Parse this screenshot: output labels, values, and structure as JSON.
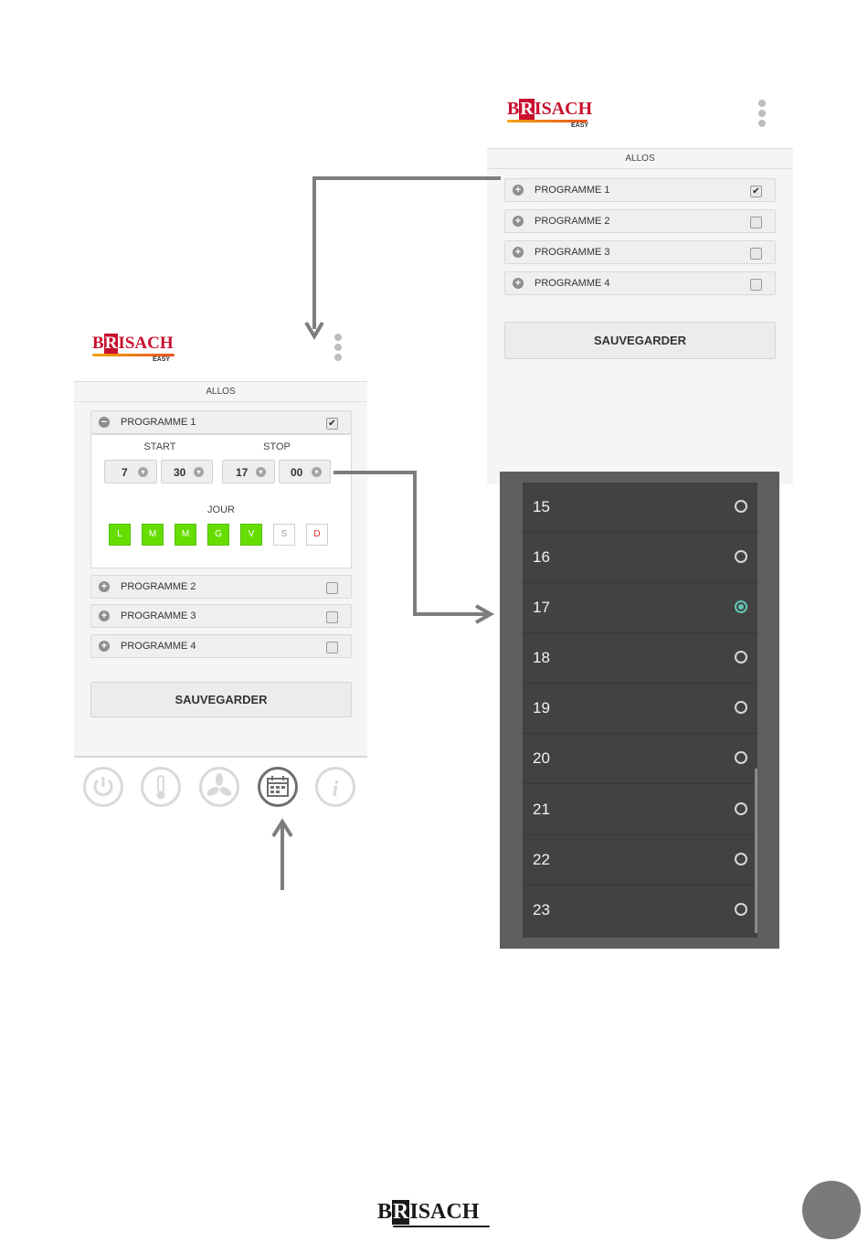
{
  "brand": {
    "prefix": "B",
    "boxed": "R",
    "rest": "ISACH",
    "sub": "EASY"
  },
  "screen_title": "ALLOS",
  "programs": [
    {
      "label": "PROGRAMME 1",
      "checked": true
    },
    {
      "label": "PROGRAMME 2",
      "checked": false
    },
    {
      "label": "PROGRAMME 3",
      "checked": false
    },
    {
      "label": "PROGRAMME 4",
      "checked": false
    }
  ],
  "save_label": "SAUVEGARDER",
  "expanded": {
    "start_label": "START",
    "stop_label": "STOP",
    "start_hour": "7",
    "start_min": "30",
    "stop_hour": "17",
    "stop_min": "00",
    "day_label": "JOUR",
    "days": [
      {
        "label": "L",
        "active": true
      },
      {
        "label": "M",
        "active": true
      },
      {
        "label": "M",
        "active": true
      },
      {
        "label": "G",
        "active": true
      },
      {
        "label": "V",
        "active": true
      },
      {
        "label": "S",
        "active": false
      },
      {
        "label": "D",
        "active": false
      }
    ]
  },
  "nav_icons": [
    "power-icon",
    "thermometer-icon",
    "fan-icon",
    "calendar-icon",
    "info-icon"
  ],
  "hour_options": [
    "15",
    "16",
    "17",
    "18",
    "19",
    "20",
    "21",
    "22",
    "23"
  ],
  "selected_hour": "17",
  "colors": {
    "brand_red": "#c8102e",
    "day_active": "#66dd00",
    "radio_selected": "#64c6b6"
  }
}
